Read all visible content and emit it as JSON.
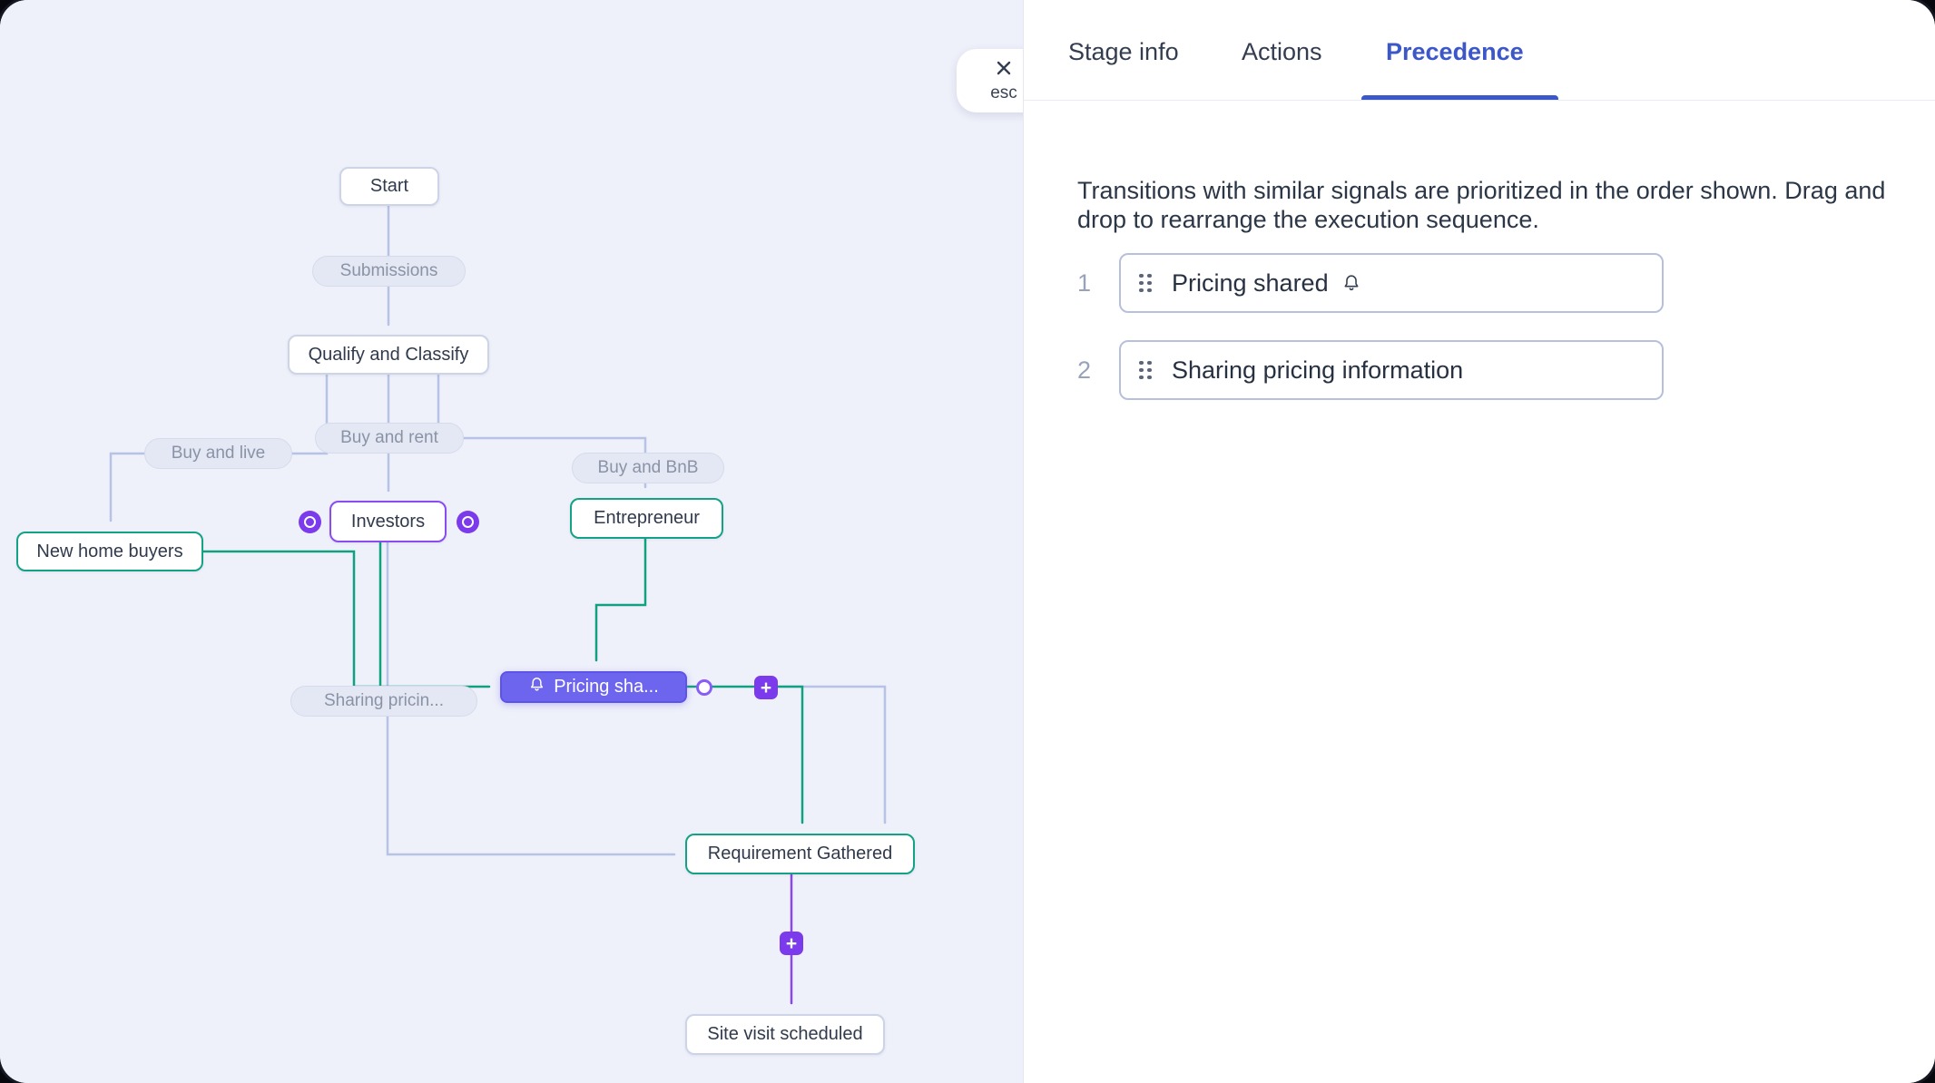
{
  "canvas": {
    "esc_label": "esc",
    "plus": "+",
    "nodes": {
      "start": "Start",
      "submissions": "Submissions",
      "qualify": "Qualify and Classify",
      "buy_and_live": "Buy and live",
      "buy_and_rent": "Buy and rent",
      "buy_and_bnb": "Buy and BnB",
      "investors": "Investors",
      "entrepreneur": "Entrepreneur",
      "new_home_buyers": "New home buyers",
      "sharing_pricing": "Sharing pricin...",
      "pricing_shared": "Pricing sha...",
      "requirement_gathered": "Requirement Gathered",
      "site_visit_scheduled": "Site visit scheduled"
    }
  },
  "panel": {
    "tabs": [
      {
        "label": "Stage info",
        "active": false
      },
      {
        "label": "Actions",
        "active": false
      },
      {
        "label": "Precedence",
        "active": true
      }
    ],
    "description": "Transitions with similar signals are prioritized in the order shown. Drag and drop to rearrange the execution sequence.",
    "items": [
      {
        "index": "1",
        "label": "Pricing shared",
        "has_bell": true
      },
      {
        "index": "2",
        "label": "Sharing pricing information",
        "has_bell": false
      }
    ]
  },
  "colors": {
    "accent_indigo": "#3c57c8",
    "edge_default": "#b7c3e5",
    "edge_success": "#12a180",
    "edge_purple": "#8b46f2",
    "selected_node_bg": "#6e65ef",
    "plus_button_bg": "#7c3aed",
    "canvas_bg": "#eef0fa"
  }
}
